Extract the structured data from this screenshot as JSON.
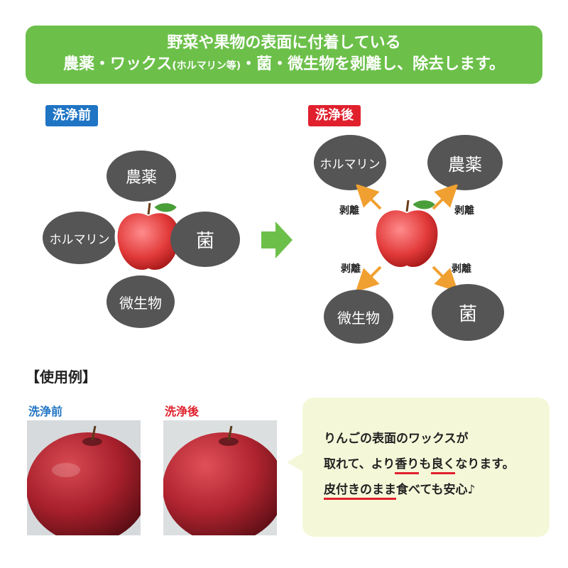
{
  "banner": {
    "line1": "野菜や果物の表面に付着している",
    "line2_a": "農薬・ワックス",
    "line2_small": "(ホルマリン等)",
    "line2_b": "・菌・微生物を剥離し、除去します。"
  },
  "before": {
    "tag": "洗浄前",
    "bubbles": {
      "pesticide": "農薬",
      "formalin": "ホルマリン",
      "bacteria": "菌",
      "microbe": "微生物"
    }
  },
  "after": {
    "tag": "洗浄後",
    "bubbles": {
      "formalin": "ホルマリン",
      "pesticide": "農薬",
      "microbe": "微生物",
      "bacteria": "菌"
    },
    "peel_label": "剥離"
  },
  "example": {
    "title": "【使用例】",
    "before_label": "洗浄前",
    "after_label": "洗浄後"
  },
  "callout": {
    "line1": "りんごの表面のワックスが",
    "line2_a": "取れて、より",
    "line2_u1": "香り",
    "line2_b": "も",
    "line2_u2": "良く",
    "line2_c": "なります。",
    "line3_u": "皮付きのまま",
    "line3_b": "食べても安心♪"
  },
  "colors": {
    "banner_green": "#6cc04a",
    "blue": "#1f74c4",
    "red": "#e0212d",
    "bubble_gray": "#555555",
    "arrow_orange": "#f0a030",
    "callout_bg": "#f5f8d8"
  }
}
